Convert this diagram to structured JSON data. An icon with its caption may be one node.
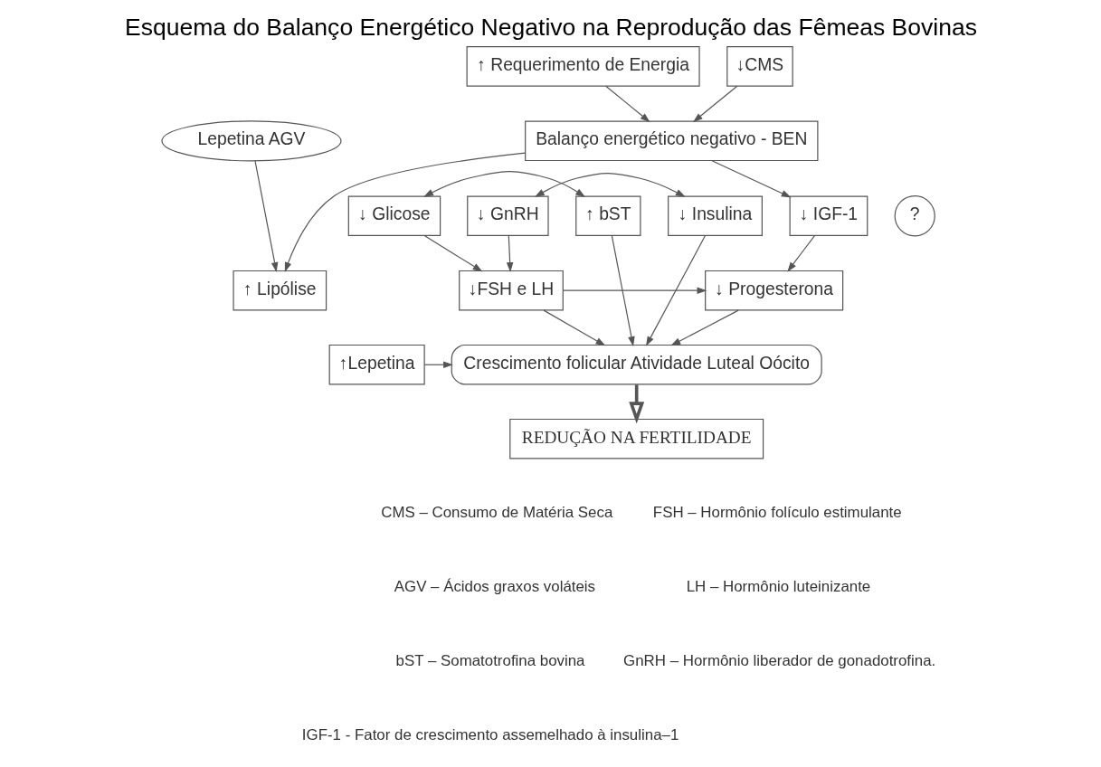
{
  "diagram": {
    "title": "Esquema do Balanço Energético Negativo na Reprodução das Fêmeas Bovinas",
    "nodes": [
      {
        "text": [
          "↑ Requerimento de Energia"
        ]
      },
      {
        "text": [
          "Balanço energético negativo - BEN"
        ]
      },
      {
        "text": [
          "↓CMS"
        ]
      },
      {
        "text": [
          "Lepetina AGV"
        ]
      },
      {
        "text": [
          "↓ Glicose"
        ]
      },
      {
        "text": [
          "↑ bST"
        ]
      },
      {
        "text": [
          "↓ GnRH"
        ]
      },
      {
        "text": [
          "↓ Insulina"
        ]
      },
      {
        "text": [
          "↓ IGF-1"
        ]
      },
      {
        "text": [
          "?"
        ]
      },
      {
        "text": [
          "↓FSH e LH"
        ]
      },
      {
        "text": [
          "↓ Progesterona"
        ]
      },
      {
        "text": [
          "Crescimento folicular Atividade Luteal Oócito"
        ]
      },
      {
        "text": [
          "↑ Lipólise"
        ]
      },
      {
        "text": [
          "↑Lepetina"
        ]
      },
      {
        "text": [
          "REDUÇÃO NA FERTILIDADE"
        ]
      }
    ],
    "edges": [
      {
        "from": 0,
        "to": 1,
        "arrow": "to"
      },
      {
        "from": 2,
        "to": 1,
        "arrow": "to"
      },
      {
        "from": 4,
        "to": 5,
        "arrow": "both"
      },
      {
        "from": 1,
        "to": 8,
        "arrow": "to"
      },
      {
        "from": 1,
        "to": 13,
        "arrow": "to"
      },
      {
        "from": 4,
        "to": 10,
        "arrow": "to"
      },
      {
        "from": 6,
        "to": 7,
        "arrow": "both"
      },
      {
        "from": 6,
        "to": 10,
        "arrow": "to"
      },
      {
        "from": 7,
        "to": 12,
        "arrow": "to"
      },
      {
        "from": 10,
        "to": 11,
        "arrow": "to"
      },
      {
        "from": 10,
        "to": 12,
        "arrow": "to"
      },
      {
        "from": 8,
        "to": 11,
        "arrow": "to"
      },
      {
        "from": 11,
        "to": 12,
        "arrow": "to"
      },
      {
        "from": 5,
        "to": 12,
        "arrow": "to"
      },
      {
        "from": 3,
        "to": 13,
        "arrow": "to"
      },
      {
        "from": 14,
        "to": 12,
        "arrow": "to"
      },
      {
        "from": 12,
        "to": 15,
        "arrow": "to",
        "style": "thick"
      }
    ],
    "labels": [
      "CMS – Consumo de Matéria Seca",
      "AGV – Ácidos graxos voláteis",
      "bST – Somatotrofina bovina",
      "IGF-1 - Fator de crescimento assemelhado à insulina–1",
      "FSH – Hormônio folículo estimulante",
      "LH – Hormônio luteinizante",
      "GnRH – Hormônio liberador de gonadotrofina."
    ]
  }
}
